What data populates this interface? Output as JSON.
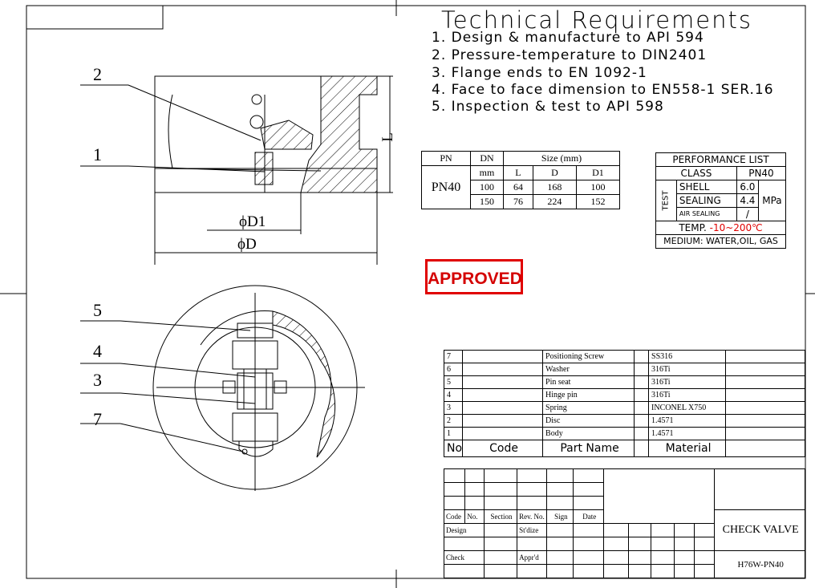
{
  "requirements": {
    "title": "Technical Requirements",
    "items": [
      "1. Design & manufacture to API 594",
      "2. Pressure-temperature to DIN2401",
      "3. Flange ends to EN 1092-1",
      "4. Face to face dimension to EN558-1 SER.16",
      "5. Inspection & test to API 598"
    ]
  },
  "size_table": {
    "h_pn": "PN",
    "h_dn": "DN",
    "h_size": "Size (mm)",
    "unit": "mm",
    "h_l": "L",
    "h_d": "D",
    "h_d1": "D1",
    "pn": "PN40",
    "rows": [
      {
        "dn": "100",
        "l": "64",
        "d": "168",
        "d1": "100"
      },
      {
        "dn": "150",
        "l": "76",
        "d": "224",
        "d1": "152"
      }
    ]
  },
  "performance": {
    "title": "PERFORMANCE LIST",
    "class_label": "CLASS",
    "class_value": "PN40",
    "test_label": "TEST",
    "shell_label": "SHELL",
    "shell_value": "6.0",
    "sealing_label": "SEALING",
    "sealing_value": "4.4",
    "unit": "MPa",
    "air_label": "AIR SEALING",
    "air_value": "/",
    "temp_label": "TEMP.",
    "temp_value": "-10~200℃",
    "medium": "MEDIUM: WATER,OIL, GAS"
  },
  "stamp": "APPROVED",
  "labels": {
    "p2": "2",
    "p1": "1",
    "p5": "5",
    "p4": "4",
    "p3": "3",
    "p7": "7",
    "dim_l": "L",
    "dim_d1": "ϕD1",
    "dim_d": "ϕD"
  },
  "bom": {
    "rows": [
      {
        "no": "7",
        "name": "Positioning Screw",
        "material": "SS316"
      },
      {
        "no": "6",
        "name": "Washer",
        "material": "316Ti"
      },
      {
        "no": "5",
        "name": "Pin seat",
        "material": "316Ti"
      },
      {
        "no": "4",
        "name": "Hinge pin",
        "material": "316Ti"
      },
      {
        "no": "3",
        "name": "Spring",
        "material": "INCONEL X750"
      },
      {
        "no": "2",
        "name": "Disc",
        "material": "1.4571"
      },
      {
        "no": "1",
        "name": "Body",
        "material": "1.4571"
      }
    ],
    "h_no": "No",
    "h_code": "Code",
    "h_name": "Part Name",
    "h_material": "Material"
  },
  "title_block": {
    "code": "Code",
    "no": "No.",
    "section": "Section",
    "rev": "Rev. No.",
    "sign": "Sign",
    "date": "Date",
    "design": "Design",
    "stdize": "St'dize",
    "check": "Check",
    "apprd": "Appr'd",
    "name": "CHECK VALVE",
    "model": "H76W-PN40"
  }
}
